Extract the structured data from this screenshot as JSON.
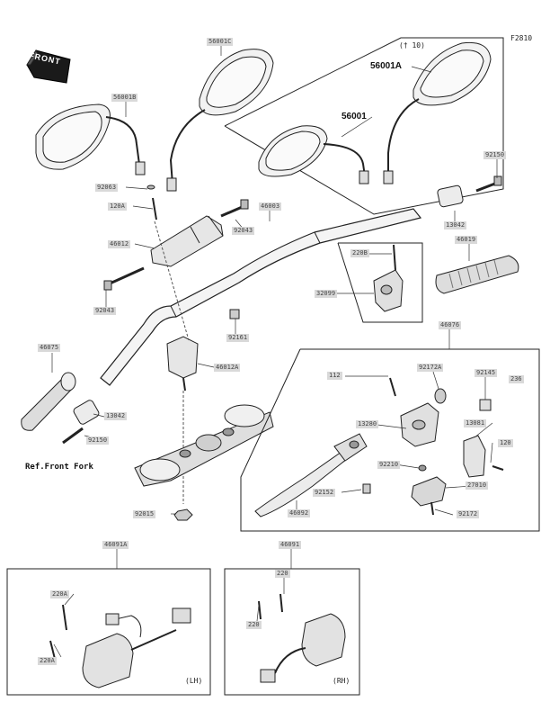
{
  "diagram_code": "F2810",
  "front_label": "FRONT",
  "ref_front_fork": "Ref.Front Fork",
  "group_10": "(† 10)",
  "side_lh": "(LH)",
  "side_rh": "(RH)",
  "parts": {
    "p56001C": "56001C",
    "p56001B": "56001B",
    "p56001A": "56001A",
    "p56001": "56001",
    "p92063": "92063",
    "p120A": "120A",
    "p46003": "46003",
    "p92150_top": "92150",
    "p46012": "46012",
    "p92043_top": "92043",
    "p13042_top": "13042",
    "p46019": "46019",
    "p220B": "220B",
    "p32099": "32099",
    "p92043_left": "92043",
    "p92161": "92161",
    "p46075": "46075",
    "p46012A": "46012A",
    "p46076": "46076",
    "p112": "112",
    "p92172A": "92172A",
    "p92145": "92145",
    "p236": "236",
    "p13042_left": "13042",
    "p13280": "13280",
    "p13081": "13081",
    "p92150_left": "92150",
    "p120": "120",
    "p92210": "92210",
    "p27010": "27010",
    "p92152": "92152",
    "p46092": "46092",
    "p92172": "92172",
    "p92015": "92015",
    "p46091A": "46091A",
    "p46091": "46091",
    "p220A_1": "220A",
    "p220A_2": "220A",
    "p220_1": "220",
    "p220_2": "220"
  }
}
